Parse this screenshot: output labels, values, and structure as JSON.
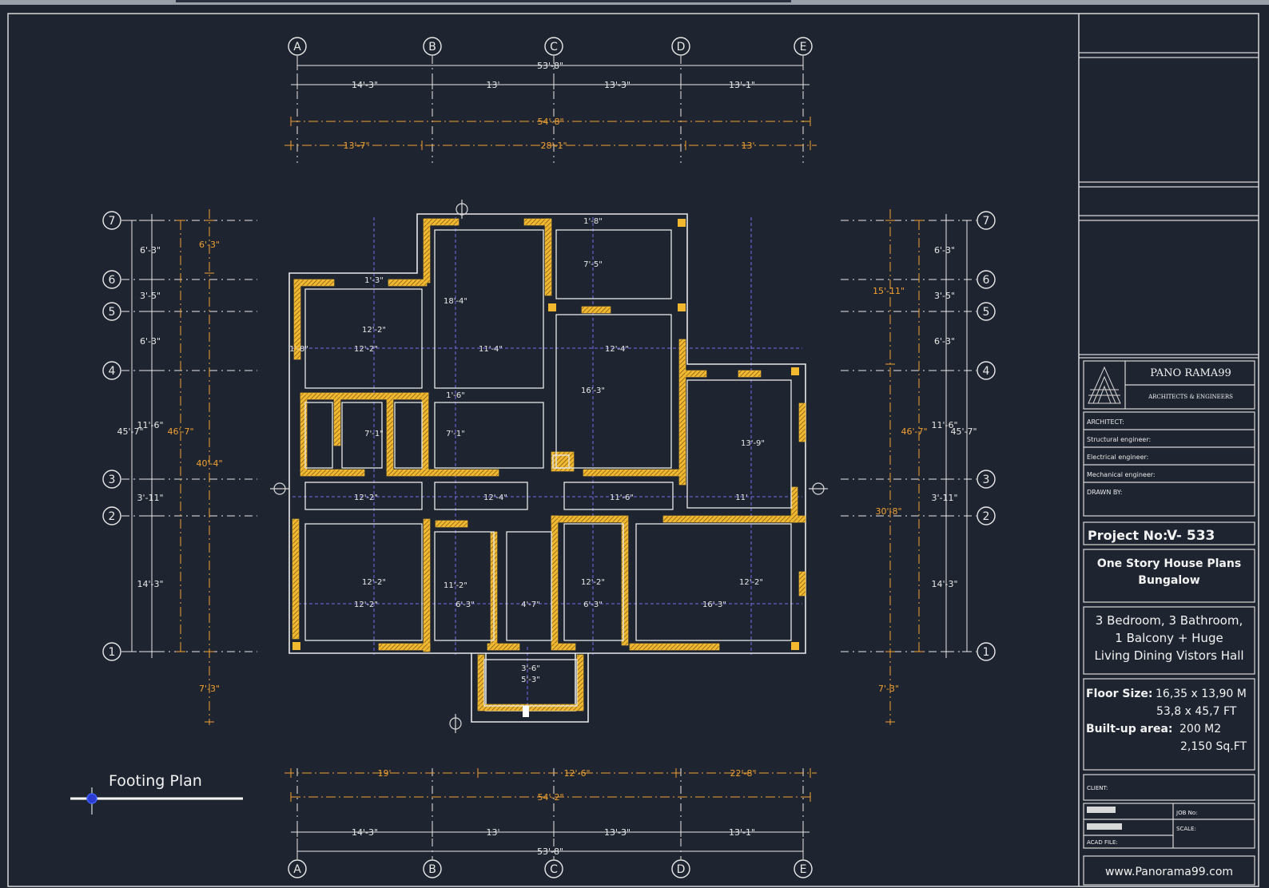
{
  "title_block": {
    "company": "PANO RAMA99",
    "company_tag": "ARCHITECTS & ENGINEERS",
    "fields": [
      "ARCHITECT:",
      "Structural engineer:",
      "Electrical engineer:",
      "Mechanical engineer:",
      "DRAWN BY:"
    ],
    "project_label": "Project No:",
    "project_no": "V- 533",
    "plan_title_1": "One Story House Plans",
    "plan_title_2": "Bungalow",
    "desc_1": "3 Bedroom, 3 Bathroom,",
    "desc_2": "1 Balcony + Huge",
    "desc_3": "Living Dining Vistors Hall",
    "floor_size_label": "Floor Size:",
    "floor_size_m": "16,35 x 13,90 M",
    "floor_size_ft": "53,8 x 45,7 FT",
    "builtup_label": "Built-up area:",
    "builtup_m2": "200 M2",
    "builtup_ft": "2,150 Sq.FT",
    "client_label": "CLIENT:",
    "job_label": "JOB No:",
    "scale_label": "SCALE:",
    "cad_label": "ACAD FILE:",
    "website": "www.Panorama99.com"
  },
  "drawing_title": "Footing Plan",
  "grid_columns": [
    "A",
    "B",
    "C",
    "D",
    "E"
  ],
  "grid_rows": [
    "7",
    "6",
    "5",
    "4",
    "3",
    "2",
    "1"
  ],
  "dims_top": {
    "overall": "53'-8\"",
    "segments": [
      "14'-3\"",
      "13'",
      "13'-3\"",
      "13'-1\""
    ],
    "orange_overall": "54'-8\"",
    "orange_segments": [
      "13'-7\"",
      "28'-1\"",
      "13'"
    ]
  },
  "dims_bottom": {
    "orange_segments": [
      "19'",
      "12'-6\"",
      "22'-8\""
    ],
    "orange_overall": "54'-2\"",
    "segments": [
      "14'-3\"",
      "13'",
      "13'-3\"",
      "13'-1\""
    ],
    "overall": "53'-8\""
  },
  "dims_left": {
    "segments": [
      "6'-3\"",
      "3'-5\"",
      "6'-3\"",
      "11'-6\"",
      "3'-11\"",
      "14'-3\""
    ],
    "overall": "45'-7\"",
    "orange_overall": "46'-7\"",
    "orange_top": "6'-3\"",
    "orange_mid": "40'-4\"",
    "orange_bottom": "7'-3\""
  },
  "dims_right": {
    "segments": [
      "6'-3\"",
      "3'-5\"",
      "6'-3\"",
      "11'-6\"",
      "3'-11\"",
      "14'-3\""
    ],
    "overall": "45'-7\"",
    "orange_overall": "46'-7\"",
    "orange_top": "15'-11\"",
    "orange_mid": "30'-8\"",
    "orange_bottom": "7'-3\""
  },
  "room_dims": {
    "r1": "12'-2\"",
    "r2": "18'-4\"",
    "r3": "7'-5\"",
    "r4": "16'-3\"",
    "r5": "13'-9\"",
    "r6": "7'-1\"",
    "r7": "7'-1\"",
    "r8": "12'-2\"",
    "r9": "11'-2\"",
    "r10": "12'-2\"",
    "r11": "12'-2\"",
    "r12": "3'-6\"",
    "r13": "5'-3\"",
    "p1": "1'-3\"",
    "p2": "1'-8\"",
    "p3": "1'-6\"",
    "h1": "1'-8\"",
    "h2": "12'-2\"",
    "h3": "11'-4\"",
    "h4": "12'-4\"",
    "h5": "12'-2\"",
    "h6": "12'-4\"",
    "h7": "11'-6\"",
    "h8": "11'",
    "h9": "12'-2\"",
    "h10": "6'-3\"",
    "h11": "4'-7\"",
    "h12": "6'-3\"",
    "h13": "16'-3\""
  },
  "colors": {
    "background": "#1f2530",
    "lines": "#e8e8e8",
    "footing": "#f2b830",
    "dim_orange": "#f0a030",
    "axis": "#7a6cf0",
    "highlight": "#2b3bd0"
  }
}
